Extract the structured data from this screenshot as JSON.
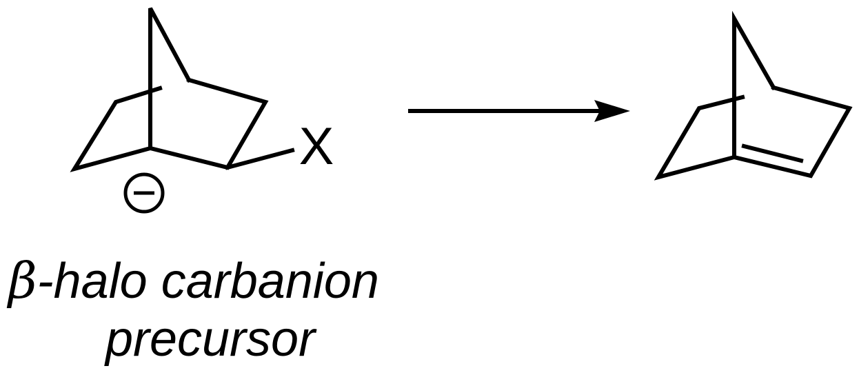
{
  "reactant": {
    "substituent_label": "X",
    "charge_symbol": "−"
  },
  "caption": {
    "greek_prefix": "β",
    "line1_rest": "-halo carbanion",
    "line2": "precursor"
  }
}
